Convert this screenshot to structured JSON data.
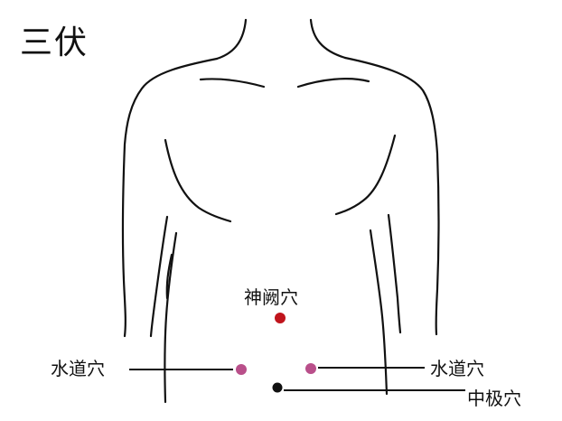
{
  "title": "三伏",
  "points": {
    "shenque": {
      "label": "神阙穴",
      "color": "#c0141c"
    },
    "shuidao_left": {
      "label": "水道穴",
      "color": "#b94f8a"
    },
    "shuidao_right": {
      "label": "水道穴",
      "color": "#b94f8a"
    },
    "zhongji": {
      "label": "中极穴",
      "color": "#111111"
    }
  }
}
